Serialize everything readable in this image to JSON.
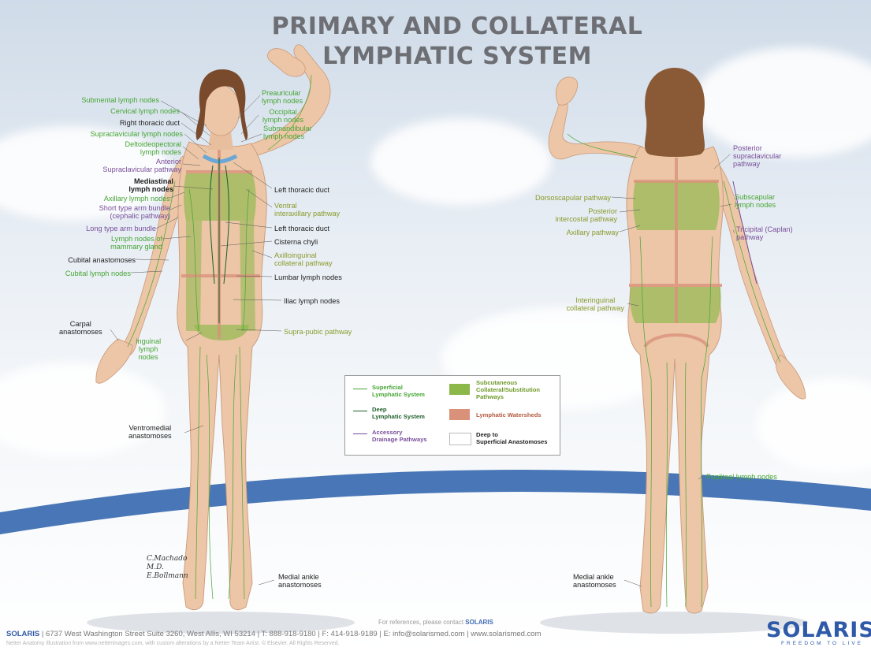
{
  "title": {
    "line1": "PRIMARY AND COLLATERAL",
    "line2": "LYMPHATIC SYSTEM"
  },
  "colors": {
    "superficial": "#46a534",
    "deep": "#1d5e2a",
    "accessory": "#7a4f9a",
    "collateral_fill": "#8cb84a",
    "watershed": "#d9917a",
    "skin": "#ecc6a6",
    "brand": "#2e5aa8"
  },
  "labels_front": [
    {
      "text": "Submental lymph nodes"
    },
    {
      "text": "Cervical lymph nodes"
    },
    {
      "text": "Right thoracic duct"
    },
    {
      "text": "Supraclavicular lymph nodes"
    },
    {
      "text": "Deltoideopectoral\nlymph nodes"
    },
    {
      "text": "Anterior\nSupraclavicular pathway"
    },
    {
      "text": "Mediastinal\nlymph nodes"
    },
    {
      "text": "Axillary lymph nodes"
    },
    {
      "text": "Short type arm bundle\n(cephalic pathway)"
    },
    {
      "text": "Long type arm bundle"
    },
    {
      "text": "Lymph nodes of\nmammary gland"
    },
    {
      "text": "Cubital anastomoses"
    },
    {
      "text": "Cubital lymph nodes"
    },
    {
      "text": "Carpal\nanastomoses"
    },
    {
      "text": "Inguinal\nlymph\nnodes"
    },
    {
      "text": "Ventromedial\nanastomoses"
    },
    {
      "text": "Medial ankle\nanastomoses"
    },
    {
      "text": "Preauricular\nlymph nodes"
    },
    {
      "text": "Occipital\nlymph nodes"
    },
    {
      "text": "Submandibular\nlymph nodes"
    },
    {
      "text": "Left thoracic duct"
    },
    {
      "text": "Ventral\ninteraxillary pathway"
    },
    {
      "text": "Left thoracic duct"
    },
    {
      "text": "Cisterna chyli"
    },
    {
      "text": "Axilloinguinal\ncollateral pathway"
    },
    {
      "text": "Lumbar lymph nodes"
    },
    {
      "text": "Iliac lymph nodes"
    },
    {
      "text": "Supra-pubic pathway"
    }
  ],
  "labels_back": [
    {
      "text": "Posterior\nsupraclavicular\npathway"
    },
    {
      "text": "Dorsoscapular pathway"
    },
    {
      "text": "Posterior\nintercostal pathway"
    },
    {
      "text": "Axillary pathway"
    },
    {
      "text": "Subscapular\nlymph nodes"
    },
    {
      "text": "Tricipital (Caplan)\npathway"
    },
    {
      "text": "Interinguinal\ncollateral pathway"
    },
    {
      "text": "Popliteal lymph nodes"
    },
    {
      "text": "Medial ankle\nanastomoses"
    }
  ],
  "legend": {
    "superficial": "Superficial\nLymphatic System",
    "deep": "Deep\nLymphatic System",
    "accessory": "Accessory\nDrainage Pathways",
    "subcutaneous": "Subcutaneous\nCollateral/Substitution\nPathways",
    "watersheds": "Lymphatic Watersheds",
    "anastomoses": "Deep to\nSuperficial Anastomoses"
  },
  "signature": "C.Machado\nM.D.\nE.Bollmann",
  "footer": {
    "references": "For references, please contact",
    "references_brand": "SOLARIS",
    "brand": "SOLARIS",
    "address": "|  6737 West Washington Street Suite 3260, West Allis, WI  53214  |  T: 888-918-9180  |  F: 414-918-9189  |  E: info@solarismed.com  |  www.solarismed.com",
    "credit": "Netter Anatomy Illustration from www.netterimages.com, with custom alterations by a Netter Team Artist. © Elsevier. All Rights Reserved.",
    "logo": "SOLARIS",
    "tagline": "FREEDOM TO LIVE"
  }
}
